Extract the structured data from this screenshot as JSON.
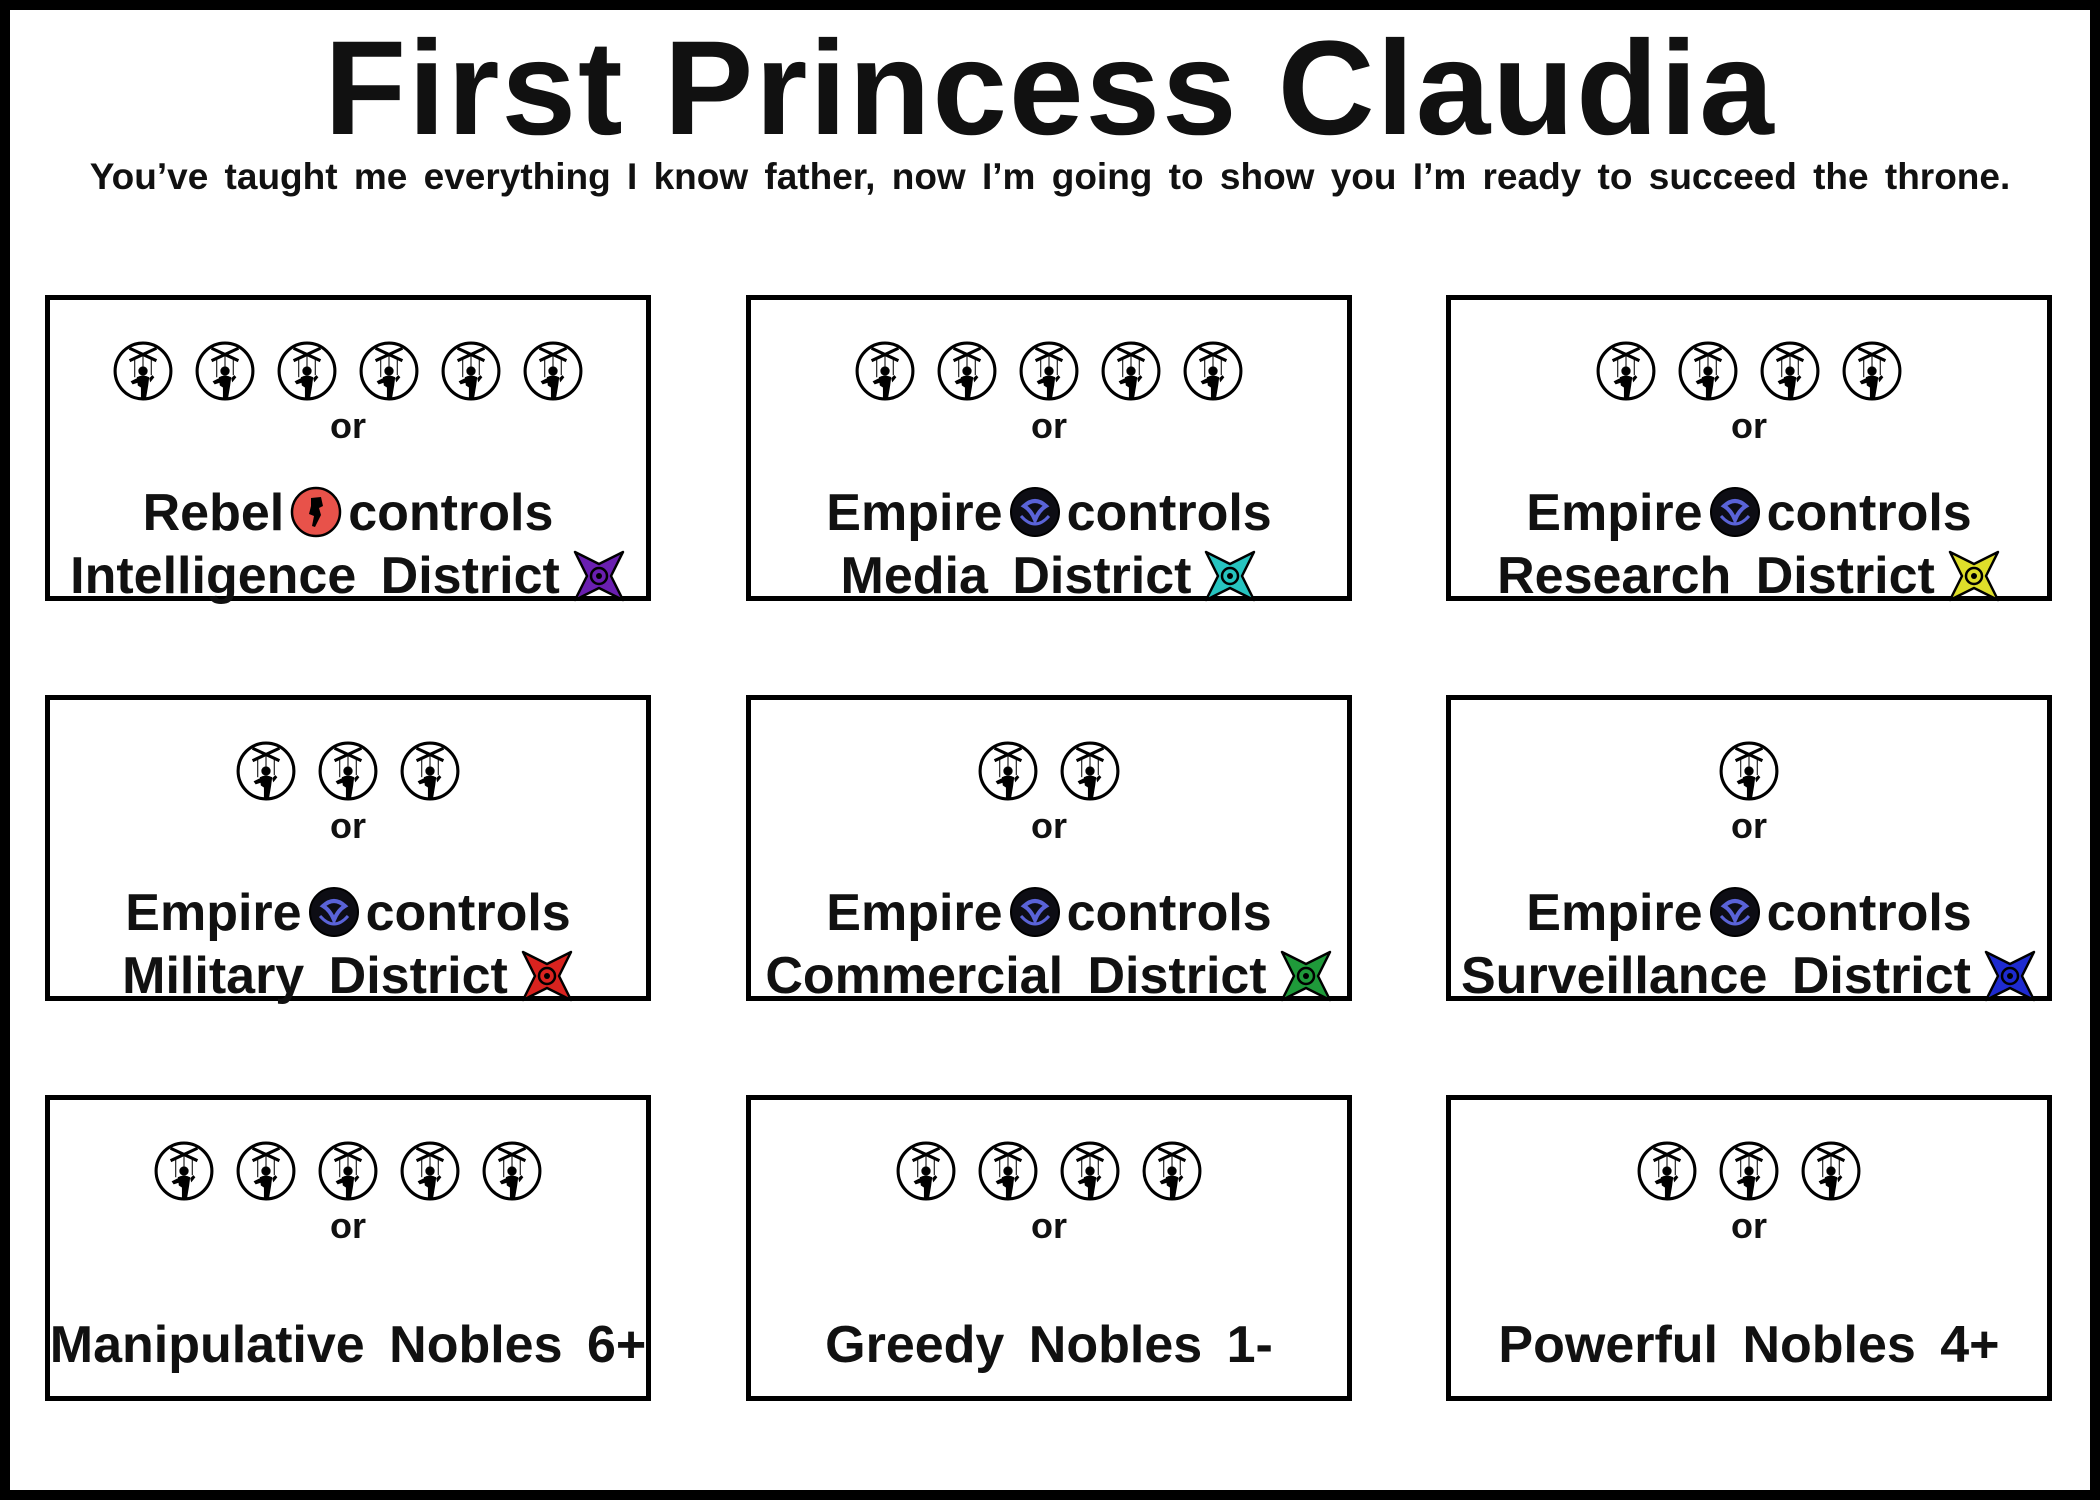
{
  "title": "First Princess Claudia",
  "subtitle": "You’ve taught me everything I know father, now I’m going to show you I’m ready to succeed the throne.",
  "colors": {
    "rebel": "#e8524a",
    "empire_ring": "#5a63d8",
    "intelligence": "#6a1fb0",
    "media": "#27c4c0",
    "research": "#dede2a",
    "military": "#d9231f",
    "commercial": "#1f9a3a",
    "surveillance": "#1e2bd0"
  },
  "token_icon": "puppet-token-icon",
  "cards": [
    {
      "id": "intelligence",
      "tokens": 6,
      "or": "or",
      "faction": "Rebel",
      "faction_icon": "rebel-fist-icon",
      "verb": "controls",
      "district": "Intelligence District",
      "district_icon": "intelligence-district-icon"
    },
    {
      "id": "media",
      "tokens": 5,
      "or": "or",
      "faction": "Empire",
      "faction_icon": "empire-emblem-icon",
      "verb": "controls",
      "district": "Media District",
      "district_icon": "media-district-icon"
    },
    {
      "id": "research",
      "tokens": 4,
      "or": "or",
      "faction": "Empire",
      "faction_icon": "empire-emblem-icon",
      "verb": "controls",
      "district": "Research District",
      "district_icon": "research-district-icon"
    },
    {
      "id": "military",
      "tokens": 3,
      "or": "or",
      "faction": "Empire",
      "faction_icon": "empire-emblem-icon",
      "verb": "controls",
      "district": "Military District",
      "district_icon": "military-district-icon"
    },
    {
      "id": "commercial",
      "tokens": 2,
      "or": "or",
      "faction": "Empire",
      "faction_icon": "empire-emblem-icon",
      "verb": "controls",
      "district": "Commercial District",
      "district_icon": "commercial-district-icon"
    },
    {
      "id": "surveillance",
      "tokens": 1,
      "or": "or",
      "faction": "Empire",
      "faction_icon": "empire-emblem-icon",
      "verb": "controls",
      "district": "Surveillance District",
      "district_icon": "surveillance-district-icon"
    },
    {
      "id": "manipulative",
      "tokens": 5,
      "or": "or",
      "condition": "Manipulative Nobles 6+"
    },
    {
      "id": "greedy",
      "tokens": 4,
      "or": "or",
      "condition": "Greedy Nobles 1-"
    },
    {
      "id": "powerful",
      "tokens": 3,
      "or": "or",
      "condition": "Powerful Nobles 4+"
    }
  ]
}
